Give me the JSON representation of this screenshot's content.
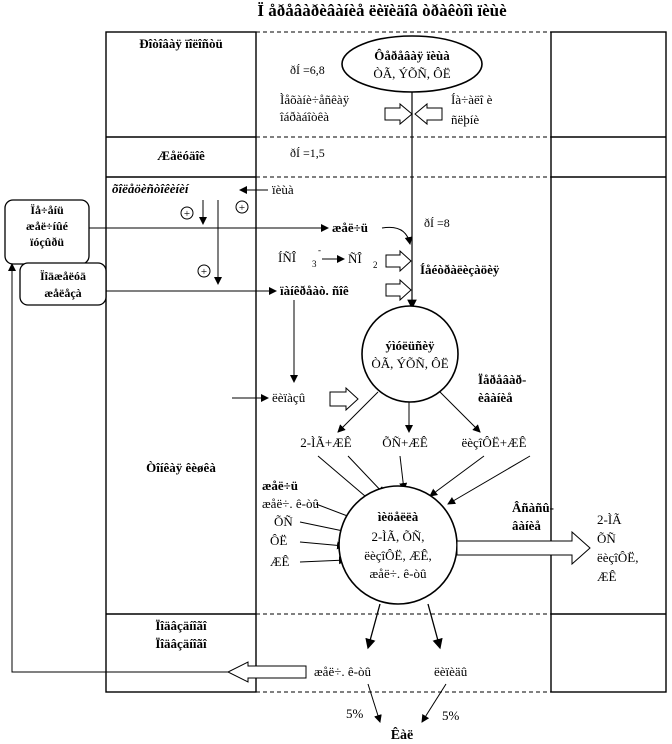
{
  "title": "Ï åðåâàðèâàíèå ëèïèäîâ òðàêòîì ïèùè",
  "sections": {
    "oral": "Ðîòîâàÿ ïîëîñòü",
    "stomach": "Æåëóäîê",
    "small_intestine": "Òîíêàÿ êèøêà",
    "large_intestine_1": "Ïîäâçäíîãî",
    "large_intestine_2": "Ïîäâçäíîãî"
  },
  "side_boxes": {
    "liver_1": "Ïå÷åíü",
    "liver_2": "æåë÷íûé",
    "liver_3": "ïóçûðü",
    "gallbladder_1": "Ïîäæåëóä",
    "gallbladder_2": "æåëåçà"
  },
  "nodes": {
    "food_l1": "Ôåðåâàÿ ïèùà",
    "food_l2": "ÒÃ, ÝÕÑ, ÔË",
    "ph1": "ðÍ =6,8",
    "mech_1": "Ìåõàíè÷åñêàÿ",
    "mech_2": "îáðàáîòêà",
    "start_1": "Íà÷àëî è",
    "start_2": "ñëþíè",
    "ph2": "ðÍ =1,5",
    "secretion": "õîëåöèñòîêèíèí",
    "food_small": "ïèùà",
    "bile": "æåë÷ü",
    "ph3": "ðÍ =8",
    "hco3": "ÍÑÎ",
    "hco3_sub": "3",
    "co2": "ÑÎ",
    "co2_sub": "2",
    "neutral": "Íåéòðàëèçàöèÿ",
    "panc": "ïàíêðåàò. ñîê",
    "emulsion_l1": "ýìóëüñèÿ",
    "emulsion_l2": "ÒÃ, ÝÕÑ, ÔË",
    "lipase": "ëèïàçû",
    "digest_1": "Ïåðåâàð-",
    "digest_2": "èâàíèå",
    "p1": "2-ÌÃ+ÆÊ",
    "p2": "ÕÑ+ÆÊ",
    "p3": "ëèçîÔË+ÆÊ",
    "bile_acids_hdr": "æåë÷ü",
    "bile_acids": "æåë÷. ê-òû",
    "hs": "ÕÑ",
    "fl": "ÔË",
    "zhk": "ÆÊ",
    "micelle_hdr": "ìèöåëëà",
    "micelle_1": "2-ÌÃ, ÕÑ,",
    "micelle_2": "ëèçîÔË, ÆÊ,",
    "micelle_3": "æåë÷. ê-òû",
    "absorb_1": "Âñàñû-",
    "absorb_2": "âàíèå",
    "out_1": "2-ÌÃ",
    "out_2": "ÕÑ",
    "out_3": "ëèçîÔË,",
    "out_4": "ÆÊ",
    "recycled": "æåë÷. ê-òû",
    "lipids": "ëèïèäû",
    "pct1": "5%",
    "pct2": "5%",
    "feces": "Êàë"
  }
}
